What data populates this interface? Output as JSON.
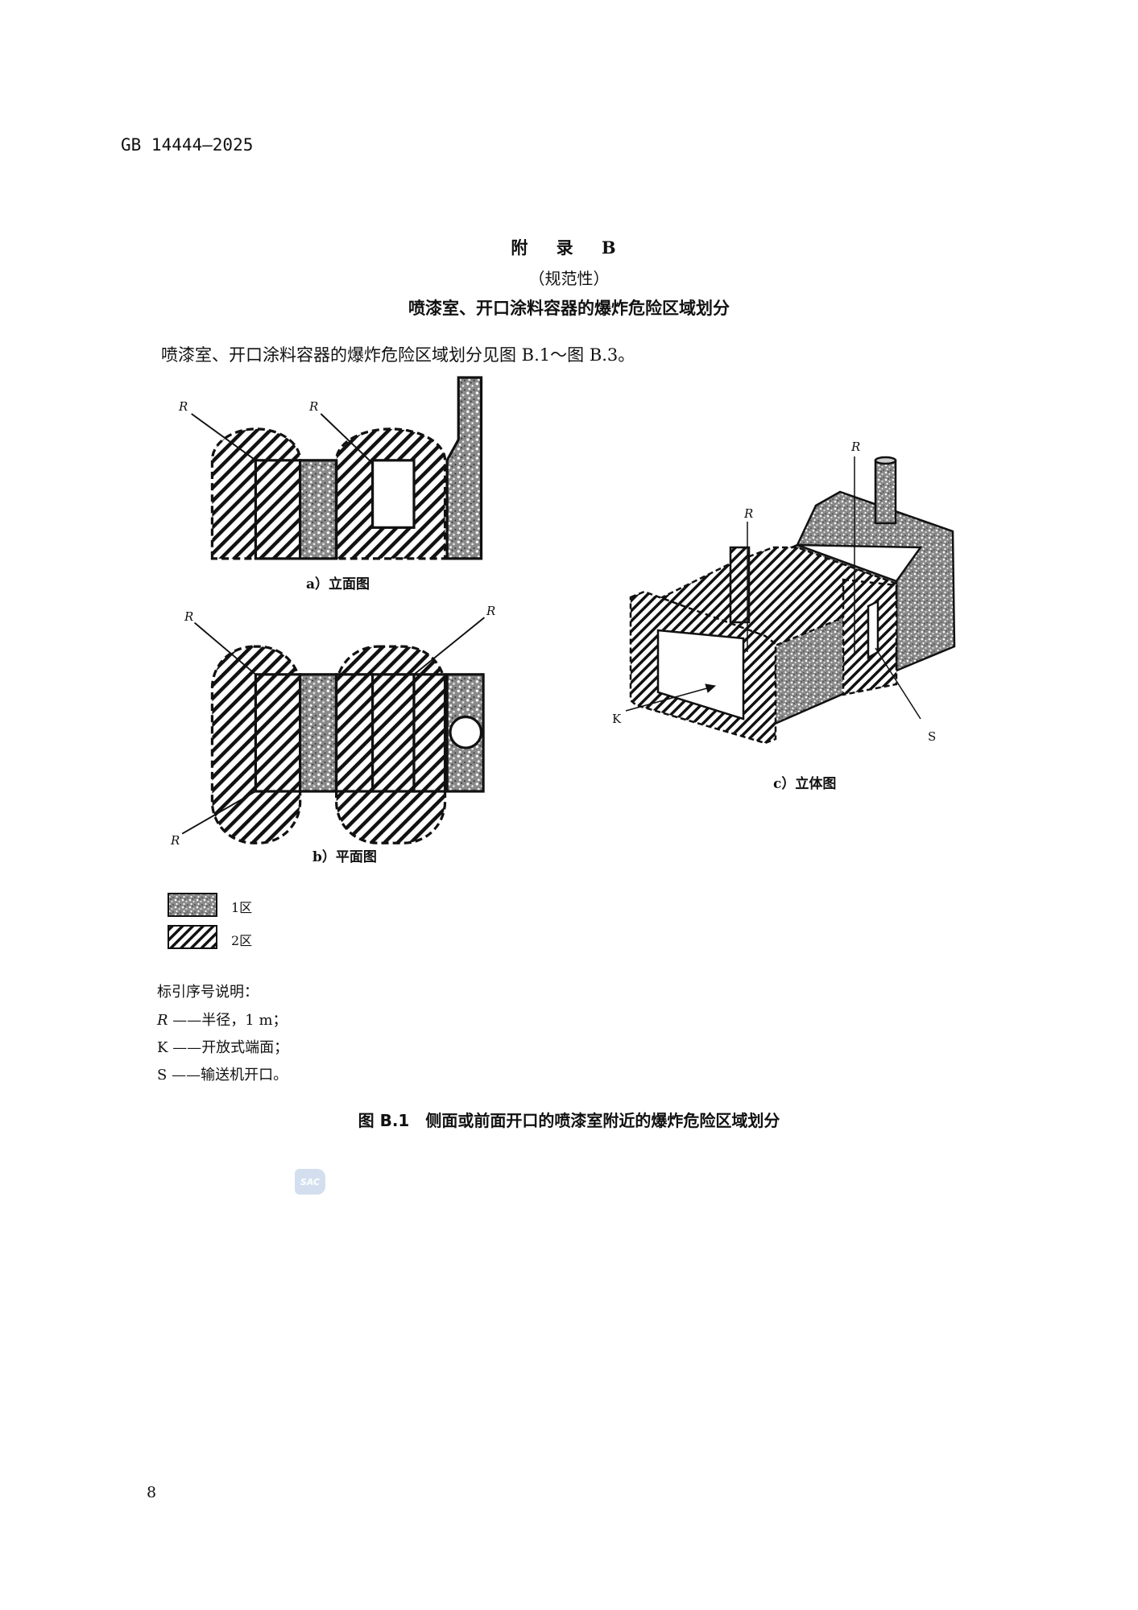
{
  "header": {
    "standard_no": "GB 14444—2025"
  },
  "appendix": {
    "heading": "附 录 B",
    "nature": "（规范性）",
    "title": "喷漆室、开口涂料容器的爆炸危险区域划分"
  },
  "intro": "喷漆室、开口涂料容器的爆炸危险区域划分见图 B.1～图 B.3。",
  "figure": {
    "subfigures": [
      {
        "letter": "a）",
        "name": "立面图"
      },
      {
        "letter": "b）",
        "name": "平面图"
      },
      {
        "letter": "c）",
        "name": "立体图"
      }
    ],
    "callouts": {
      "R": "R",
      "K": "K",
      "S": "S"
    },
    "legend": [
      {
        "pattern": "stipple",
        "label": "1区"
      },
      {
        "pattern": "hatch",
        "label": "2区"
      }
    ],
    "notes_title": "标引序号说明：",
    "notes": [
      {
        "symbol": "R",
        "text": "——半径，1 m；"
      },
      {
        "symbol": "K",
        "text": "——开放式端面；"
      },
      {
        "symbol": "S",
        "text": "——输送机开口。"
      }
    ],
    "caption": "图 B.1　侧面或前面开口的喷漆室附近的爆炸危险区域划分"
  },
  "watermark": "SAC",
  "page_number": "8"
}
